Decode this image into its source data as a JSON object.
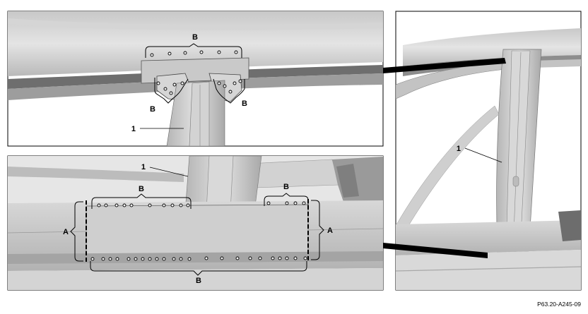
{
  "labels": {
    "part_number": "1",
    "weld_spot_type": "B",
    "joint_section": "A"
  },
  "figure_code": "P63.20-A245-09"
}
